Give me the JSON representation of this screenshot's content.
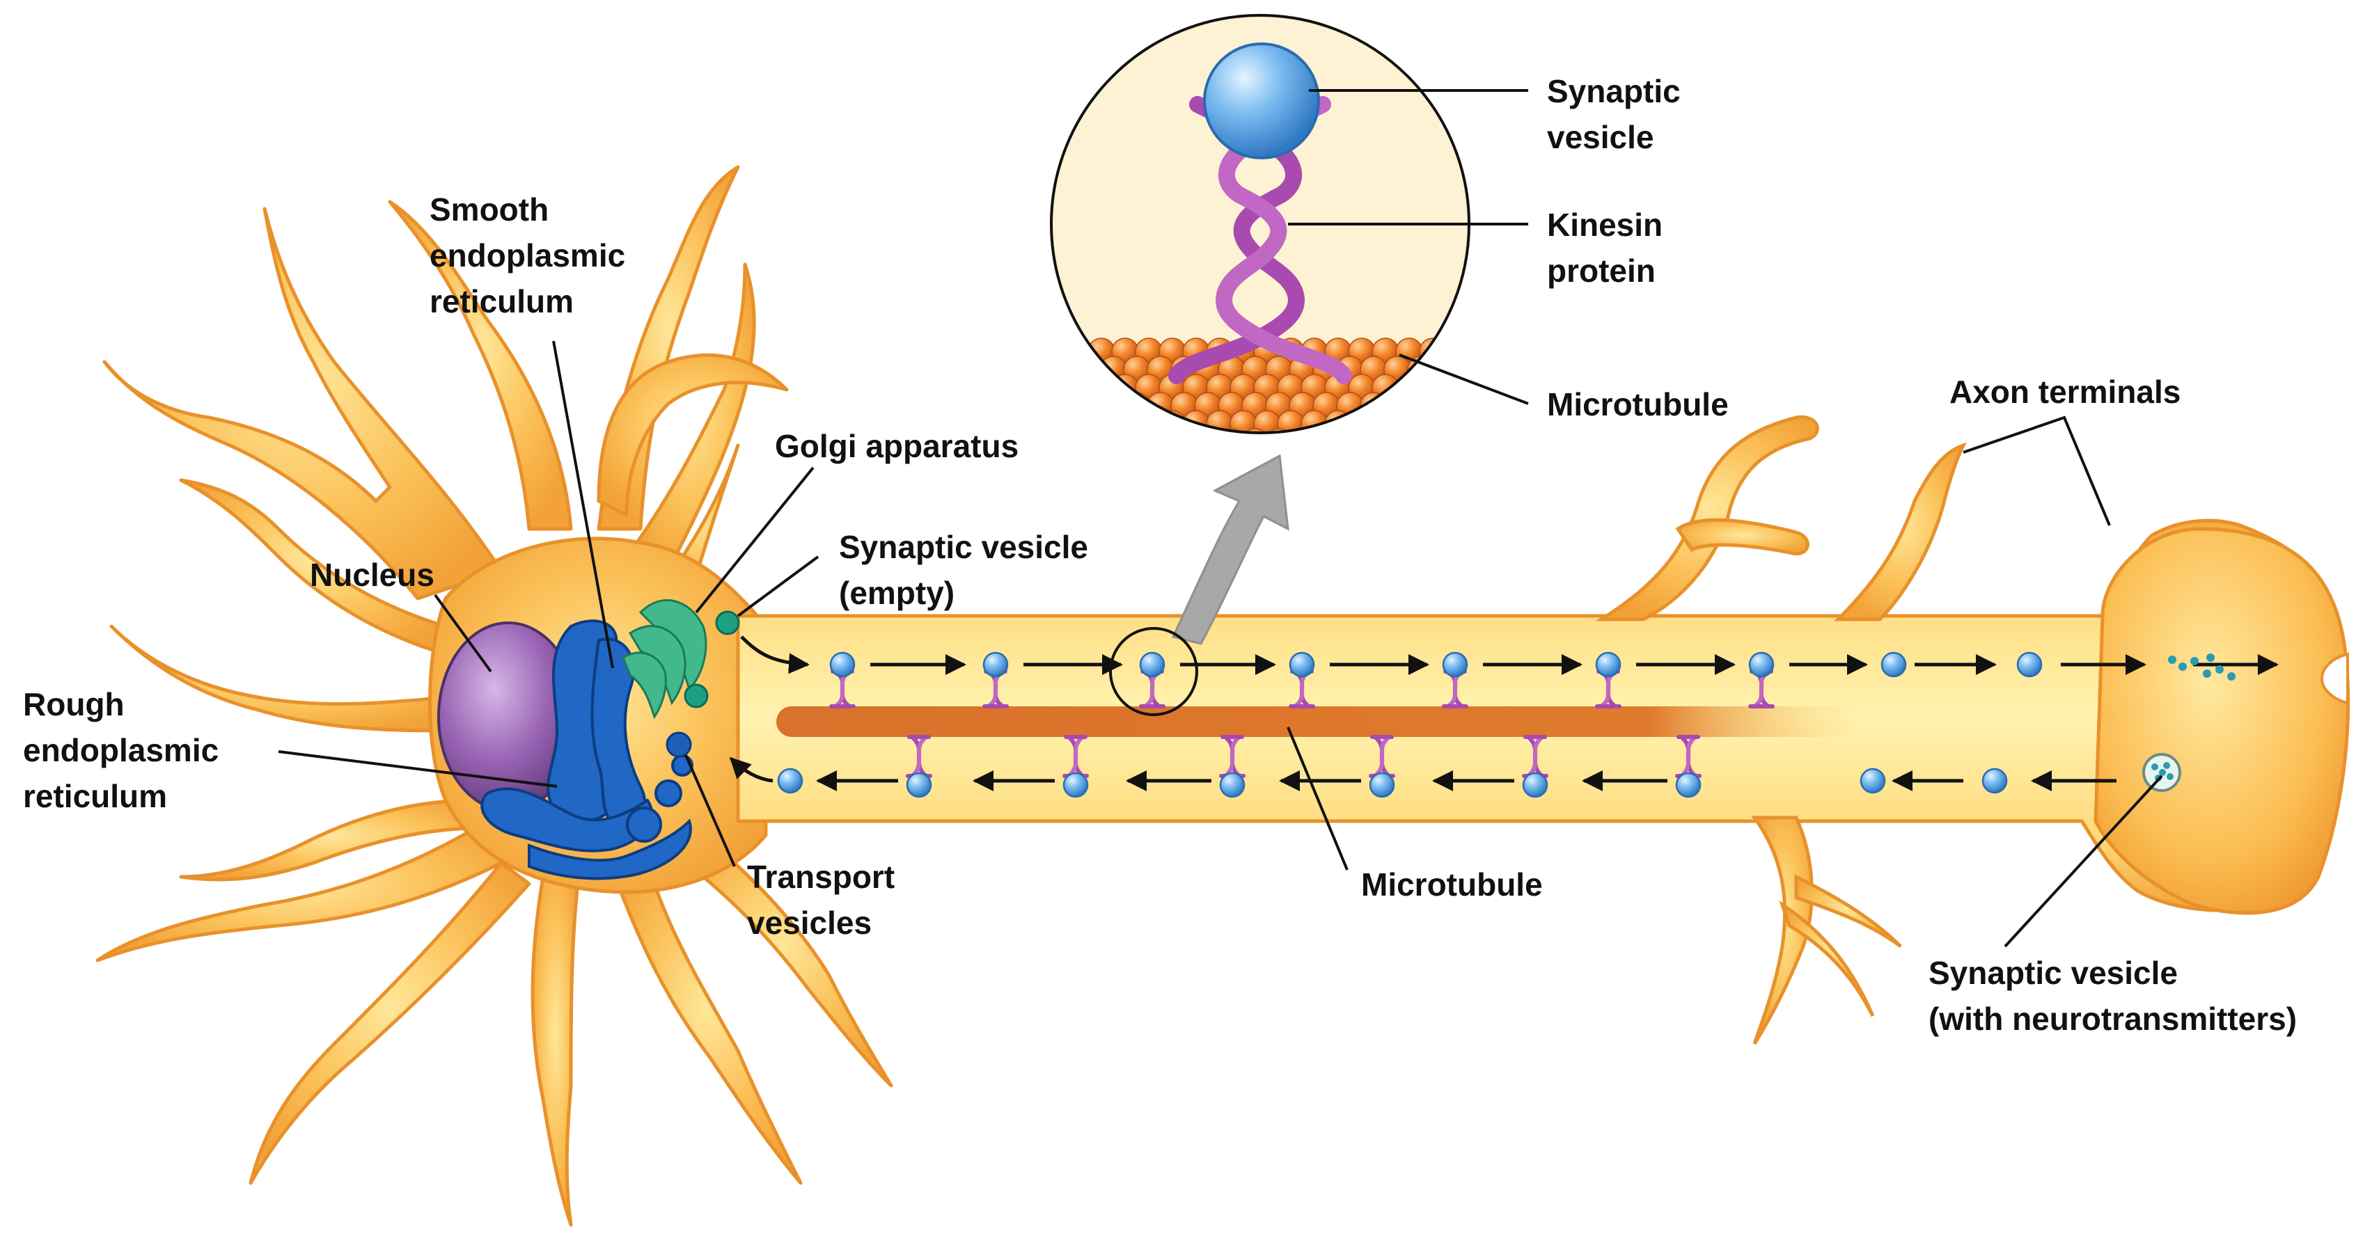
{
  "labels": {
    "smooth_er": [
      "Smooth",
      "endoplasmic",
      "reticulum"
    ],
    "golgi": [
      "Golgi apparatus"
    ],
    "nucleus": [
      "Nucleus"
    ],
    "synaptic_vesicle_empty": [
      "Synaptic vesicle",
      "(empty)"
    ],
    "rough_er": [
      "Rough",
      "endoplasmic",
      "reticulum"
    ],
    "transport_vesicles": [
      "Transport",
      "vesicles"
    ],
    "microtubule_axon": [
      "Microtubule"
    ],
    "axon_terminals": [
      "Axon terminals"
    ],
    "synaptic_vesicle_nt": [
      "Synaptic vesicle",
      "(with neurotransmitters)"
    ],
    "inset_synaptic_vesicle": [
      "Synaptic",
      "vesicle"
    ],
    "inset_kinesin": [
      "Kinesin",
      "protein"
    ],
    "inset_microtubule": [
      "Microtubule"
    ]
  },
  "colors": {
    "neuron_body": "#f9b54a",
    "neuron_edge": "#e8912a",
    "neuron_highlight": "#ffe28a",
    "microtubule": "#d9722a",
    "kinesin": "#b24fb5",
    "vesicle": "#6aaee6",
    "nucleus": "#8e5aa8",
    "rough_er": "#1f66c4",
    "golgi": "#3db78b",
    "inset_bg": "#fdf2d3",
    "arrow_gray": "#a8a8a8",
    "leader_line": "#111111"
  },
  "icons": [
    "neuron-illustration",
    "kinesin-motor-icon",
    "synaptic-vesicle-icon",
    "direction-arrow-icon",
    "zoom-arrow-icon"
  ]
}
